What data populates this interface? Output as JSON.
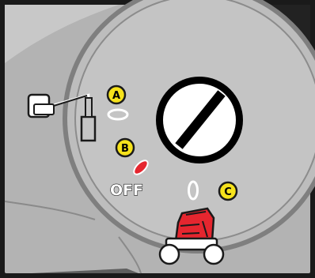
{
  "markers": {
    "a": "A",
    "b": "B",
    "c": "C"
  },
  "labels": {
    "off": "OFF"
  },
  "colors": {
    "panel_fill": "#b5b5b5",
    "panel_border": "#1a1a1a",
    "dial_fill": "#c2c2c2",
    "dial_ring": "#7c7c7c",
    "corner_dark": "#222222",
    "marker_fill": "#f6e21b",
    "position_red": "#e5262f",
    "white": "#ffffff",
    "black": "#000000"
  },
  "icons": {
    "left": "seat-lever-icon",
    "key": "ignition-key-slot-icon",
    "vehicle": "quad-bike-icon"
  }
}
